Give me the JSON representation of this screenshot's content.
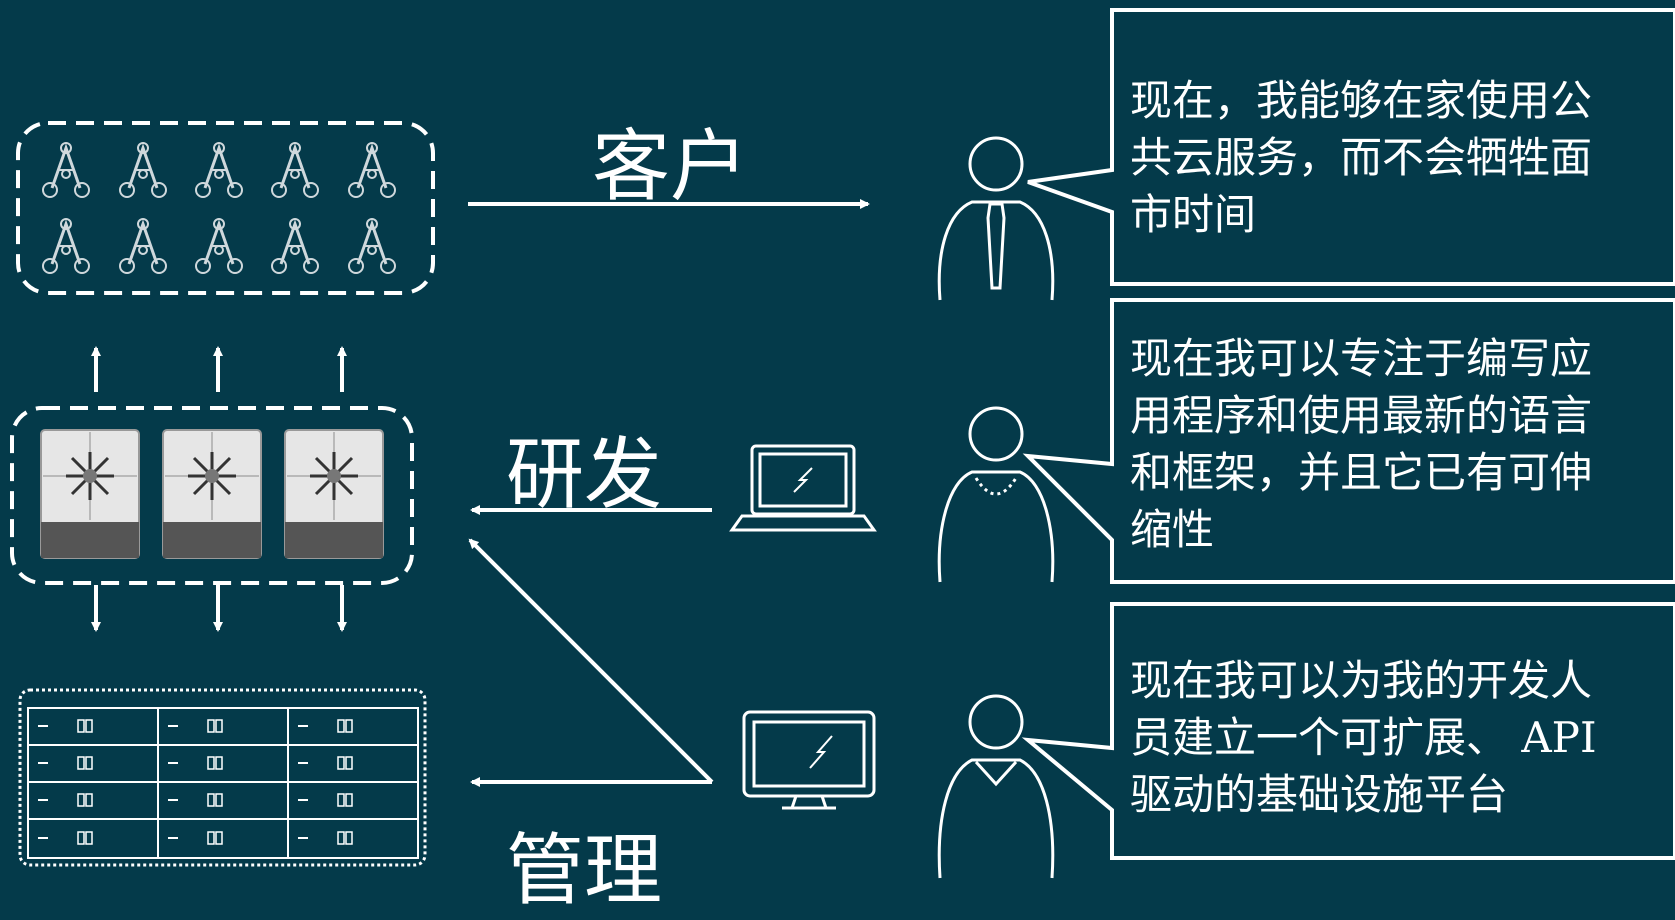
{
  "roles": {
    "customer": "客户",
    "developer": "研发",
    "management": "管理"
  },
  "quotes": {
    "customer": [
      "现在，我能够在家使用公",
      "共云服务，而不会牺牲面",
      "市时间"
    ],
    "developer": [
      "现在我可以专注于编写应",
      "用程序和使用最新的语言",
      "和框架，并且它已有可伸",
      "缩性"
    ],
    "management": [
      "现在我可以为我的开发人",
      "员建立一个可扩展、 API",
      "驱动的基础设施平台"
    ]
  },
  "icons": {
    "apps": "app-instance-icon",
    "servers": "server-switch-icon",
    "storage": "storage-rack-icon",
    "laptop": "laptop-icon",
    "monitor": "monitor-icon",
    "persons": [
      "person-with-tie-icon",
      "person-with-necklace-icon",
      "person-v-neck-icon"
    ]
  },
  "colors": {
    "background": "#043a4a",
    "stroke": "#ffffff"
  }
}
